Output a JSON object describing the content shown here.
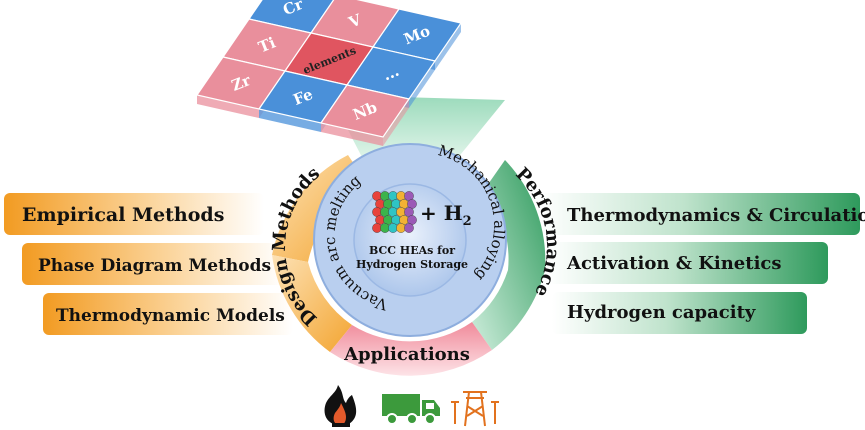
{
  "periodic": {
    "tiles": [
      {
        "symbol": "Cr",
        "group": "blue"
      },
      {
        "symbol": "V",
        "group": "pink"
      },
      {
        "symbol": "Mo",
        "group": "blue"
      },
      {
        "symbol": "Ti",
        "group": "pink"
      },
      {
        "symbol": "elements",
        "group": "red"
      },
      {
        "symbol": "...",
        "group": "blue"
      },
      {
        "symbol": "Zr",
        "group": "pink"
      },
      {
        "symbol": "Fe",
        "group": "blue"
      },
      {
        "symbol": "Nb",
        "group": "pink"
      }
    ],
    "colors": {
      "pink": "#e98f9c",
      "blue": "#4a90d9",
      "red": "#e05560"
    }
  },
  "center": {
    "title_line1": "BCC HEAs for",
    "title_line2": "Hydrogen Storage",
    "h2_label": "+ H",
    "h2_sub": "2",
    "inner_ring": {
      "left_text": "Vacuum arc melting",
      "right_text": "Mechanical alloying"
    }
  },
  "sections": {
    "design": {
      "title": "Design Methods",
      "color": "#f0a02e",
      "items": [
        "Empirical Methods",
        "Phase Diagram Methods",
        "Thermodynamic Models"
      ]
    },
    "performance": {
      "title": "Performance",
      "color": "#2e9a5c",
      "items": [
        "Thermodynamics & Circulation",
        "Activation & Kinetics",
        "Hydrogen capacity"
      ]
    },
    "applications": {
      "title": "Applications",
      "color": "#f3a3ae",
      "icons": [
        "flame-icon",
        "truck-icon",
        "power-tower-icon"
      ]
    }
  }
}
